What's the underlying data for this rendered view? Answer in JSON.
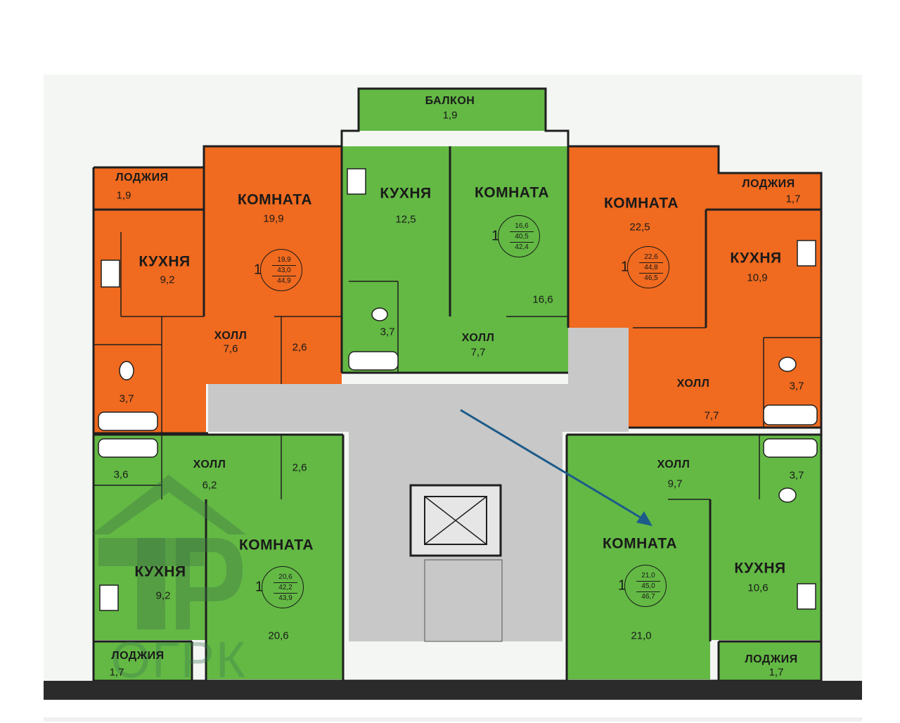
{
  "colors": {
    "orange": "#f06a1f",
    "green": "#63b944",
    "corridor": "#c8c8c8",
    "wall": "#1f1f1f",
    "arrow": "#1d5b8a"
  },
  "balcony": {
    "name": "БАЛКОН",
    "area": "1,9"
  },
  "apt_nw": {
    "loggia": {
      "name": "ЛОДЖИЯ",
      "area": "1,9"
    },
    "room": {
      "name": "КОМНАТА",
      "area": "19,9"
    },
    "kitchen": {
      "name": "КУХНЯ",
      "area": "9,2"
    },
    "hall": {
      "name": "ХОЛЛ",
      "area": "7,6"
    },
    "closet": "2,6",
    "bath": "3,7",
    "badge": {
      "rooms": "1",
      "v1": "19,9",
      "v2": "43,0",
      "v3": "44,9"
    }
  },
  "apt_n": {
    "kitchen": {
      "name": "КУХНЯ",
      "area": "12,5"
    },
    "room": {
      "name": "КОМНАТА",
      "area": "16,6"
    },
    "hall": {
      "name": "ХОЛЛ",
      "area": "7,7"
    },
    "bath": "3,7",
    "badge": {
      "rooms": "1",
      "v1": "16,6",
      "v2": "40,5",
      "v3": "42,4"
    }
  },
  "apt_ne": {
    "loggia": {
      "name": "ЛОДЖИЯ",
      "area": "1,7"
    },
    "room": {
      "name": "КОМНАТА",
      "area": "22,5"
    },
    "kitchen": {
      "name": "КУХНЯ",
      "area": "10,9"
    },
    "hall": {
      "name": "ХОЛЛ",
      "area": "7,7"
    },
    "bath": "3,7",
    "badge": {
      "rooms": "1",
      "v1": "22,6",
      "v2": "44,8",
      "v3": "46,5"
    }
  },
  "apt_sw": {
    "hall": {
      "name": "ХОЛЛ",
      "area": "6,2"
    },
    "closet": "2,6",
    "bath": "3,6",
    "room": {
      "name": "КОМНАТА",
      "area": "20,6"
    },
    "kitchen": {
      "name": "КУХНЯ",
      "area": "9,2"
    },
    "loggia": {
      "name": "ЛОДЖИЯ",
      "area": "1,7"
    },
    "badge": {
      "rooms": "1",
      "v1": "20,6",
      "v2": "42,2",
      "v3": "43,9"
    }
  },
  "apt_se": {
    "hall": {
      "name": "ХОЛЛ",
      "area": "9,7"
    },
    "bath": "3,7",
    "room": {
      "name": "КОМНАТА",
      "area": "21,0"
    },
    "kitchen": {
      "name": "КУХНЯ",
      "area": "10,6"
    },
    "loggia": {
      "name": "ЛОДЖИЯ",
      "area": "1,7"
    },
    "badge": {
      "rooms": "1",
      "v1": "21,0",
      "v2": "45,0",
      "v3": "46,7"
    }
  },
  "watermark": {
    "text": "ОГРК",
    "icon": "house-logo-icon"
  }
}
